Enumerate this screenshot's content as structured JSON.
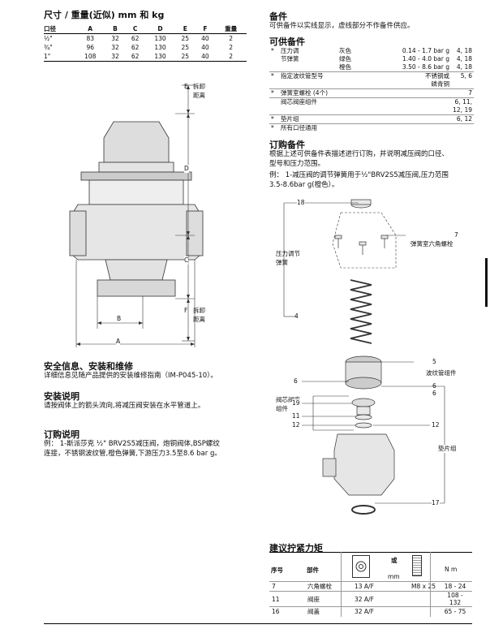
{
  "dimensions": {
    "title": "尺寸 / 重量(近似) mm 和 kg",
    "headers": [
      "口径",
      "A",
      "B",
      "C",
      "D",
      "E",
      "F",
      "重量"
    ],
    "rows": [
      [
        "½\"",
        "83",
        "32",
        "62",
        "130",
        "25",
        "40",
        "2"
      ],
      [
        "¾\"",
        "96",
        "32",
        "62",
        "130",
        "25",
        "40",
        "2"
      ],
      [
        "1\"",
        "108",
        "32",
        "62",
        "130",
        "25",
        "40",
        "2"
      ]
    ]
  },
  "drawing_labels": {
    "e": "E",
    "e_note1": "拆卸",
    "e_note2": "距离",
    "d": "D",
    "c": "C",
    "b": "B",
    "a": "A",
    "f": "F",
    "f_note1": "拆卸",
    "f_note2": "距离"
  },
  "safety": {
    "title": "安全信息、安装和维修",
    "text": "详细信息见随产品提供的安装维修指南（IM-P045-10）。"
  },
  "install": {
    "title": "安装说明",
    "text": "请按阀体上的箭头流向,将减压阀安装在水平管道上。"
  },
  "order": {
    "title": "订购说明",
    "line1": "例：  1-斯派莎克 ½\" BRV2S5减压阀，炮铜阀体,BSP螺纹",
    "line2": "连接，不锈钢波纹管,橙色弹簧,下游压力3.5至8.6 bar g。"
  },
  "spares": {
    "title": "备件",
    "desc": "可供备件以实线显示，虚线部分不作备件供应。",
    "available_title": "可供备件",
    "spring_label1": "压力调",
    "spring_label2": "节弹簧",
    "springs": [
      {
        "color": "灰色",
        "range": "0.14 - 1.7 bar g",
        "items": "4, 18"
      },
      {
        "color": "绿色",
        "range": "1.40 - 4.0 bar g",
        "items": "4, 18"
      },
      {
        "color": "橙色",
        "range": "3.50 - 8.6 bar g",
        "items": "4, 18"
      }
    ],
    "bellows_label": "指定波纹管型号",
    "bellows_m1": "不锈钢或",
    "bellows_m2": "磷青铜",
    "bellows_items": "5, 6",
    "screws_label": "弹簧室螺栓 (4个)",
    "screws_items": "7",
    "valve_label": "阀芯阀座组件",
    "valve_items": "6, 11, 12, 19",
    "gasket_label": "垫片组",
    "gasket_items": "6, 12",
    "note": "所有口径通用",
    "bullet": "*"
  },
  "spares_order": {
    "title": "订购备件",
    "line1": "根据上述可供备件表描述进行订购，并说明减压阀的口径、",
    "line2": "型号和压力范围。",
    "line3": "例：  1-减压阀的调节弹簧用于½\"BRV2S5减压阀,压力范围",
    "line4": "3.5-8.6bar g(橙色）。"
  },
  "exploded_labels": {
    "n18": "18",
    "n7": "7",
    "n7_text": "弹簧室六角螺栓",
    "spring1": "压力调节",
    "spring2": "弹簧",
    "n4": "4",
    "n5": "5",
    "bellows": "波纹管组件",
    "n6a": "6",
    "n6b": "6",
    "n6c": "6",
    "valve1": "阀芯阀座",
    "valve2": "组件",
    "n19": "19",
    "n11": "11",
    "n12a": "12",
    "n12b": "12",
    "gaskets": "垫片组",
    "n17": "17"
  },
  "torque": {
    "title": "建议拧紧力矩",
    "col_item": "序号",
    "col_part": "部件",
    "col_or": "或",
    "col_mm": "mm",
    "col_nm": "N m",
    "rows": [
      {
        "item": "7",
        "part": "六角螺栓",
        "size": "13 A/F",
        "thread": "M8 x 25",
        "nm": "18 - 24"
      },
      {
        "item": "11",
        "part": "阀座",
        "size": "32 A/F",
        "thread": "",
        "nm": "108 - 132"
      },
      {
        "item": "16",
        "part": "阀盖",
        "size": "32 A/F",
        "thread": "",
        "nm": "65 - 75"
      }
    ]
  }
}
